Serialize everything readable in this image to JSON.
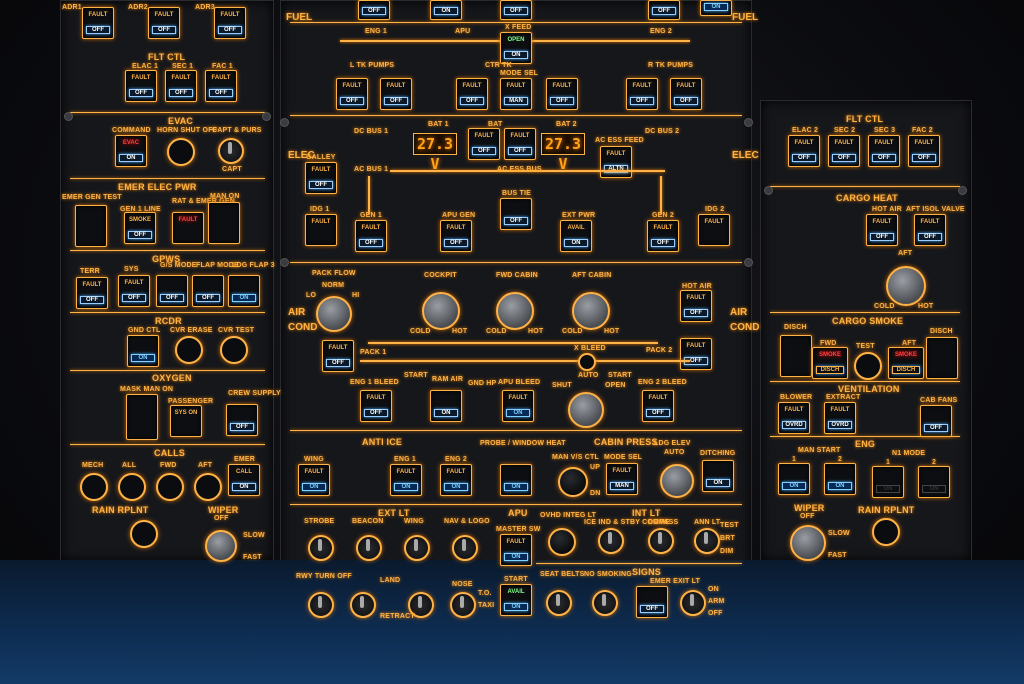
{
  "labels": {
    "fltctl": "FLT CTL",
    "evac": "EVAC",
    "command": "COMMAND",
    "horn": "HORN SHUT OFF",
    "captpurs": "CAPT & PURS",
    "capt": "CAPT",
    "emerelec": "EMER ELEC PWR",
    "emergen": "EMER GEN TEST",
    "ratemer": "RAT & EMER GEN",
    "manon": "MAN ON",
    "gen1line": "GEN 1 LINE",
    "gpws": "GPWS",
    "terr": "TERR",
    "sys": "SYS",
    "gs": "G/S MODE",
    "flap": "FLAP MODE",
    "ldg": "LDG FLAP 3",
    "rcdr": "RCDR",
    "gndctl": "GND CTL",
    "cvrerase": "CVR ERASE",
    "cvrtest": "CVR TEST",
    "oxygen": "OXYGEN",
    "maskman": "MASK MAN ON",
    "passenger": "PASSENGER",
    "crewsupply": "CREW SUPPLY",
    "calls": "CALLS",
    "mech": "MECH",
    "all": "ALL",
    "fwd": "FWD",
    "aft": "AFT",
    "emer": "EMER",
    "rainrplnt": "RAIN RPLNT",
    "wiper": "WIPER",
    "fuel": "FUEL",
    "xfeed": "X FEED",
    "ltkpumps": "L TK PUMPS",
    "rtkpumps": "R TK PUMPS",
    "ctrtk": "CTR TK",
    "modesel": "MODE SEL",
    "elec": "ELEC",
    "bat": "BAT",
    "bat1": "BAT 1",
    "bat2": "BAT 2",
    "dcbus1": "DC BUS 1",
    "dcbus2": "DC BUS 2",
    "acessfeed": "AC ESS FEED",
    "acbus1": "AC BUS 1",
    "acessbus": "AC ESS BUS",
    "galley": "GALLEY",
    "bustie": "BUS TIE",
    "idg1": "IDG 1",
    "idg2": "IDG 2",
    "gen1": "GEN 1",
    "gen2": "GEN 2",
    "apugen": "APU GEN",
    "extpwr": "EXT PWR",
    "aircond": "AIR COND",
    "packflow": "PACK FLOW",
    "norm": "NORM",
    "lo": "LO",
    "hi": "HI",
    "cockpit": "COCKPIT",
    "fwdcabin": "FWD CABIN",
    "aftcabin": "AFT CABIN",
    "hotair": "HOT AIR",
    "cold": "COLD",
    "hot": "HOT",
    "pack1": "PACK 1",
    "pack2": "PACK 2",
    "xbleed": "X BLEED",
    "eng1bleed": "ENG 1 BLEED",
    "eng2bleed": "ENG 2 BLEED",
    "ramair": "RAM AIR",
    "gndhp": "GND HP",
    "apubleed": "APU BLEED",
    "start": "START",
    "shut": "SHUT",
    "open": "OPEN",
    "auto": "AUTO",
    "antiice": "ANTI ICE",
    "wing": "WING",
    "eng1": "ENG 1",
    "eng2": "ENG 2",
    "probe": "PROBE / WINDOW HEAT",
    "cabinpress": "CABIN PRESS",
    "manvs": "MAN V/S CTL",
    "ldgelev": "LDG ELEV",
    "ditching": "DITCHING",
    "up": "UP",
    "dn": "DN",
    "extlt": "EXT LT",
    "strobe": "STROBE",
    "beacon": "BEACON",
    "navlogo": "NAV & LOGO",
    "rwyturn": "RWY TURN OFF",
    "land": "LAND",
    "nose": "NOSE",
    "taxi": "TAXI",
    "to": "T.O.",
    "retract": "RETRACT",
    "apu": "APU",
    "mastersw": "MASTER SW",
    "intlt": "INT LT",
    "ovhdinteg": "OVHD INTEG LT",
    "iceind": "ICE IND & STBY COMPASS",
    "dome": "DOME",
    "annlt": "ANN LT",
    "signs": "SIGNS",
    "seatbelts": "SEAT BELTS",
    "nosmoking": "NO SMOKING",
    "emerexit": "EMER EXIT LT",
    "cargoheat": "CARGO HEAT",
    "aftisol": "AFT ISOL VALVE",
    "cargosmoke": "CARGO SMOKE",
    "disch": "DISCH",
    "test": "TEST",
    "ventilation": "VENTILATION",
    "blower": "BLOWER",
    "extract": "EXTRACT",
    "cabfans": "CAB FANS",
    "eng": "ENG",
    "manstart": "MAN START",
    "n1mode": "N1 MODE",
    "slow": "SLOW",
    "fast": "FAST",
    "off": "OFF",
    "on": "ON",
    "brt": "BRT",
    "dim": "DIM",
    "arm": "ARM",
    "elac1": "ELAC 1",
    "sec1": "SEC 1",
    "fac1": "FAC 1",
    "elac2": "ELAC 2",
    "sec2": "SEC 2",
    "sec3": "SEC 3",
    "fac2": "FAC 2",
    "adr1": "ADR1",
    "adr2": "ADR2",
    "adr3": "ADR3",
    "one": "1",
    "two": "2"
  },
  "states": {
    "fault": "FAULT",
    "off": "OFF",
    "on": "ON",
    "open": "OPEN",
    "man": "MAN",
    "altn": "ALTN",
    "avail": "AVAIL",
    "smoke": "SMOKE",
    "disch": "DISCH",
    "ovrd": "OVRD",
    "evac": "EVAC",
    "syson": "SYS ON",
    "call": "CALL"
  },
  "displays": {
    "bat1": "27.3 V",
    "bat2": "27.3 V"
  },
  "colors": {
    "backlight": "#ffb347",
    "onblue": "#7fd0ff",
    "fault": "#ffb347",
    "warning": "#ff4040",
    "avail": "#7fff8a"
  }
}
